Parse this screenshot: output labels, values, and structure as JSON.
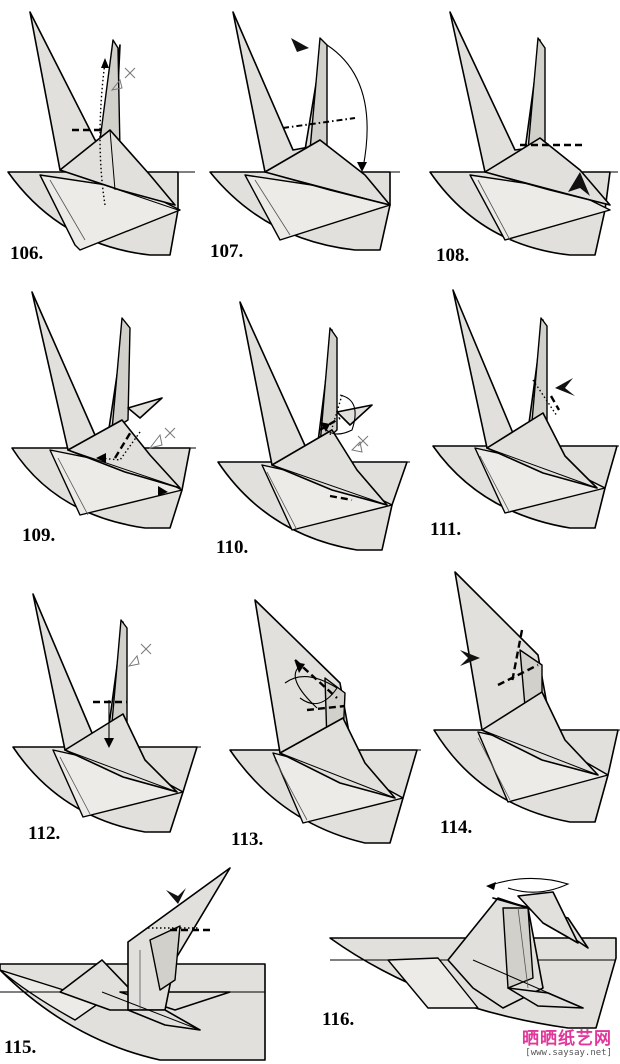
{
  "diagram": {
    "steps": [
      {
        "id": 106,
        "label": "106."
      },
      {
        "id": 107,
        "label": "107."
      },
      {
        "id": 108,
        "label": "108."
      },
      {
        "id": 109,
        "label": "109."
      },
      {
        "id": 110,
        "label": "110."
      },
      {
        "id": 111,
        "label": "111."
      },
      {
        "id": 112,
        "label": "112."
      },
      {
        "id": 113,
        "label": "113."
      },
      {
        "id": 114,
        "label": "114."
      },
      {
        "id": 115,
        "label": "115."
      },
      {
        "id": 116,
        "label": "116."
      }
    ],
    "watermark": {
      "brand_cn": "晒晒纸艺网",
      "url": "[www.saysay.net]"
    },
    "colors": {
      "paper": "#e2e0dc",
      "line": "#000000",
      "watermark": "#e2379a"
    }
  }
}
